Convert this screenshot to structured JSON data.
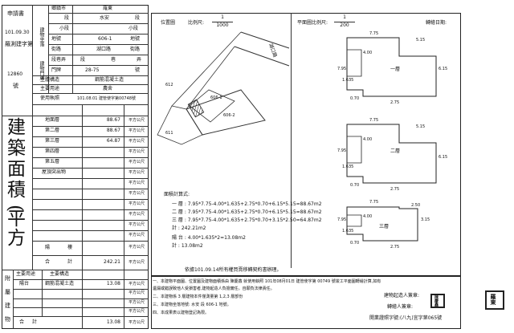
{
  "left_panel": {
    "cert_header": "申請書",
    "cert_date": "101.09.30",
    "cert_office": "羅測建字第",
    "cert_number": "12860",
    "cert_suffix": "號",
    "row_labels": {
      "city": "鄉鎮市",
      "section": "段",
      "small_section": "小段",
      "lot": "地號",
      "street": "街路",
      "alley": "段巷弄",
      "number": "門牌",
      "main_use": "主體構造",
      "main_purpose": "主要用途",
      "use_permit": "使用執照"
    },
    "location_group_label": "建物坐落",
    "doorplate_group_label": "建物門牌",
    "values": {
      "city": "羅東",
      "section": "水安",
      "section_unit": "段",
      "small_section": "小段",
      "lot": "606-1",
      "lot_unit": "地號",
      "street": "湖口路",
      "street_unit": "街路",
      "alley": "段",
      "alley_unit2": "巷",
      "alley_unit3": "弄",
      "number": "28-75",
      "number_unit": "號",
      "main_use": "鋼筋混凝土造",
      "main_purpose": "農舍",
      "use_permit": "101.08.01 建管使字第00748號"
    },
    "area_title_chars": [
      "建",
      "築",
      "面",
      "積",
      "(",
      "平",
      "方",
      "公",
      "尺",
      ")"
    ],
    "floors": [
      {
        "label": "地面層",
        "value": "88.67",
        "unit": "平方公尺"
      },
      {
        "label": "第二層",
        "value": "88.67",
        "unit": "平方公尺"
      },
      {
        "label": "第三層",
        "value": "64.87",
        "unit": "平方公尺"
      },
      {
        "label": "第四層",
        "value": "",
        "unit": "平方公尺"
      },
      {
        "label": "第五層",
        "value": "",
        "unit": "平方公尺"
      },
      {
        "label": "屋頂突出物",
        "value": "",
        "unit": "平方公尺"
      }
    ],
    "blank_rows_unit": "平方公尺",
    "balcony_label": "陽",
    "balcony_label2": "樓",
    "total_label": "合",
    "total_label2": "計",
    "total_value": "242.21",
    "total_unit": "平方公尺",
    "aux": {
      "group_chars": [
        "附",
        "屬",
        "建",
        "物"
      ],
      "col_use": "主要用途",
      "col_structure": "主要構造",
      "rows": [
        {
          "use": "陽台",
          "structure": "鋼筋混凝土造",
          "value": "13.08",
          "unit": "平方公尺"
        }
      ],
      "total_label": "合",
      "total_label2": "計",
      "total_value": "13.08",
      "total_unit": "平方公尺"
    }
  },
  "site_plan": {
    "title": "位置圖",
    "scale_label": "比例尺:",
    "scale_num": "1",
    "scale_den": "1000",
    "road_label": "湖口路",
    "lots": [
      "606-1",
      "606-2",
      "612",
      "611"
    ]
  },
  "floor_plan": {
    "scale_label": "平面圖比例尺:",
    "scale_num": "1",
    "scale_den": "200",
    "date_label": "轉繪日期:",
    "plans": [
      {
        "floor": "一層",
        "top": "7.75",
        "right_top": "5.15",
        "left": "7.95",
        "inner_v": "4.00",
        "inner_h": "1.635",
        "right": "6.15",
        "bottom_a": "0.70",
        "bottom_b": "2.75"
      },
      {
        "floor": "二層",
        "top": "7.75",
        "right_top": "5.15",
        "left": "7.95",
        "inner_v": "4.00",
        "inner_h": "1.635",
        "right": "6.15",
        "bottom_a": "0.70",
        "bottom_b": "2.75"
      },
      {
        "floor": "三層",
        "top": "7.75",
        "right_top": "2.50",
        "left": "7.95",
        "inner_v": "4.00",
        "inner_h": "1.635",
        "right": "3.15",
        "bottom_a": "0.70",
        "bottom_b": "2.75"
      }
    ]
  },
  "calc": {
    "title": "面積計算式:",
    "lines": [
      "一 層 : 7.95*7.75-4.00*1.635+2.75*0.70+6.15*5.15=88.67m2",
      "二 層 : 7.95*7.75-4.00*1.635+2.75*0.70+6.15*5.15=88.67m2",
      "三 層 : 7.95*7.75-4.00*1.635+2.75*0.70+3.15*2.50=64.87m2",
      "        計 : 242.21m2",
      "陽 台 : 4.00*1.635*2=13.08m2",
      "        計 : 13.08m2"
    ],
    "basis": "依據101.09.14所有權買賣移轉契約書辦理。"
  },
  "notes": {
    "items": [
      "一、本建物平面圖、位置圖及建物面積係由 陳慶鑫 就使用執照 101年08月01日 建管使字第 00749 號竣工平面圖轉繪計算,如有",
      "    遺漏或錯誤致他人受損害者,建物起造人負擔實任。自願負法律責任。",
      "二、本建物係 3 層建物本件僅測量第 1,2,3 層部份",
      "三、本建物坐落地號: 水安 段   606-1   地號。",
      "四、本成果表以建物登記為限。"
    ],
    "sign_builder": "建物起造人簽章:",
    "sign_drafter": "轉繪人簽章:",
    "drafter_cert": "開業證照字號:(八九)宜字第065號",
    "stamp_a": "陳慶鑫",
    "stamp_b": "羅東"
  }
}
